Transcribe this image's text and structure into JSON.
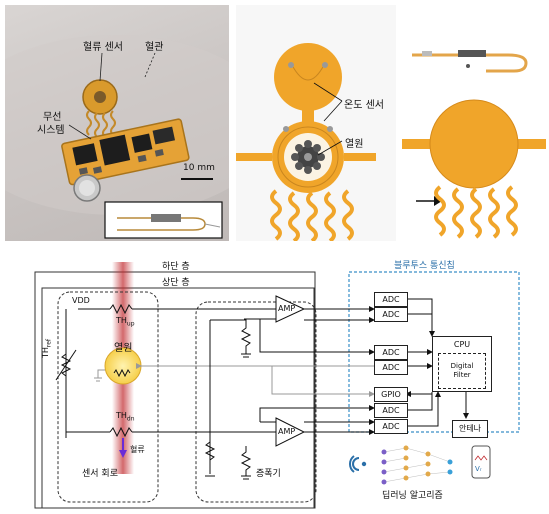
{
  "photo": {
    "label_blood_flow_sensor": "혈류 센서",
    "label_vessel": "혈관",
    "label_wireless_line1": "무선",
    "label_wireless_line2": "시스템",
    "scale_bar": "10 mm"
  },
  "render": {
    "label_temp_sensor": "온도 센서",
    "label_heat_source": "열원"
  },
  "circuit": {
    "layer_bottom": "하단 층",
    "layer_top": "상단 층",
    "vdd": "VDD",
    "th_up_main": "TH",
    "th_up_sub": "up",
    "th_dn_main": "TH",
    "th_dn_sub": "dn",
    "th_ref_main": "TH",
    "th_ref_sub": "ref",
    "heat_source": "열원",
    "blood_flow": "혈류",
    "sensor_circuit": "센서 회로",
    "amplifier": "증폭기",
    "amp_top": "AMP",
    "amp_bottom": "AMP",
    "bluetooth_chip": "블루투스 통신칩",
    "adc_labels": [
      "ADC",
      "ADC",
      "ADC",
      "ADC",
      "ADC",
      "ADC"
    ],
    "gpio": "GPIO",
    "cpu": "CPU",
    "digital_filter_line1": "Digital",
    "digital_filter_line2": "Filter",
    "antenna": "안테나",
    "deep_learning": "딥러닝 알고리즘",
    "phone_text": "Vᵣ"
  },
  "colors": {
    "polyimide": "#f0a52a",
    "copper": "#e3a54a",
    "heat_glow": "#fbe07a",
    "flow_arrow": "#6a2bd8",
    "bt_border": "#3a8fc7",
    "bt_title": "#2a6fa8",
    "red_beam": "#c0282c"
  }
}
